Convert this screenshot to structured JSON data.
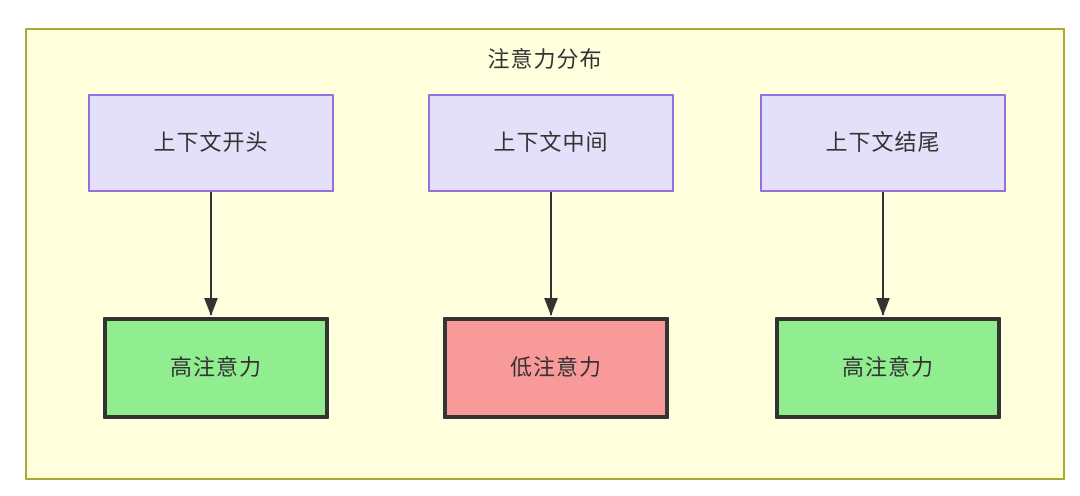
{
  "diagram": {
    "title": "注意力分布",
    "container": {
      "fill": "#ffffde",
      "stroke": "#aaaa33"
    },
    "palette": {
      "source_fill": "#e5e0fa",
      "source_stroke": "#9370db",
      "high_fill": "#90ee90",
      "low_fill": "#f99a9a",
      "result_stroke": "#333333",
      "arrow": "#333333",
      "text": "#333333"
    },
    "columns": [
      {
        "source": {
          "label": "上下文开头"
        },
        "result": {
          "label": "高注意力",
          "level": "high"
        }
      },
      {
        "source": {
          "label": "上下文中间"
        },
        "result": {
          "label": "低注意力",
          "level": "low"
        }
      },
      {
        "source": {
          "label": "上下文结尾"
        },
        "result": {
          "label": "高注意力",
          "level": "high"
        }
      }
    ],
    "edges": [
      {
        "from": "上下文开头",
        "to": "高注意力",
        "style": "arrow"
      },
      {
        "from": "上下文中间",
        "to": "低注意力",
        "style": "arrow"
      },
      {
        "from": "上下文结尾",
        "to": "高注意力",
        "style": "arrow"
      }
    ]
  }
}
